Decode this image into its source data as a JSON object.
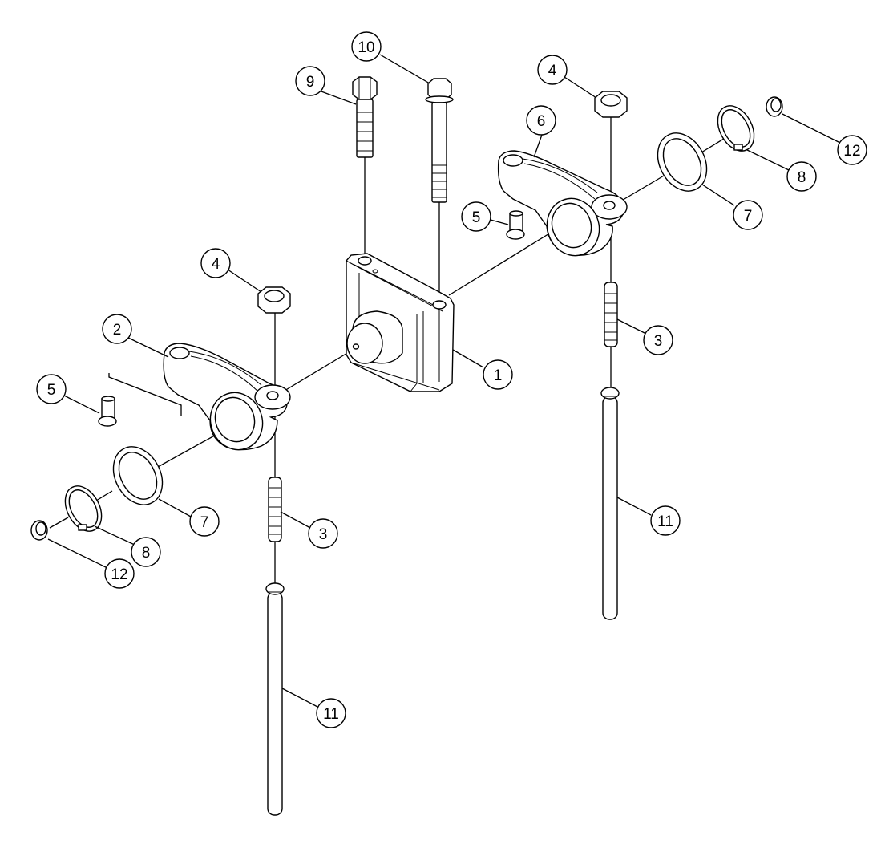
{
  "callouts": {
    "c1": "1",
    "c2": "2",
    "c3a": "3",
    "c3b": "3",
    "c4a": "4",
    "c4b": "4",
    "c5a": "5",
    "c5b": "5",
    "c6": "6",
    "c7a": "7",
    "c7b": "7",
    "c8a": "8",
    "c8b": "8",
    "c9": "9",
    "c10": "10",
    "c11a": "11",
    "c11b": "11",
    "c12a": "12",
    "c12b": "12"
  }
}
